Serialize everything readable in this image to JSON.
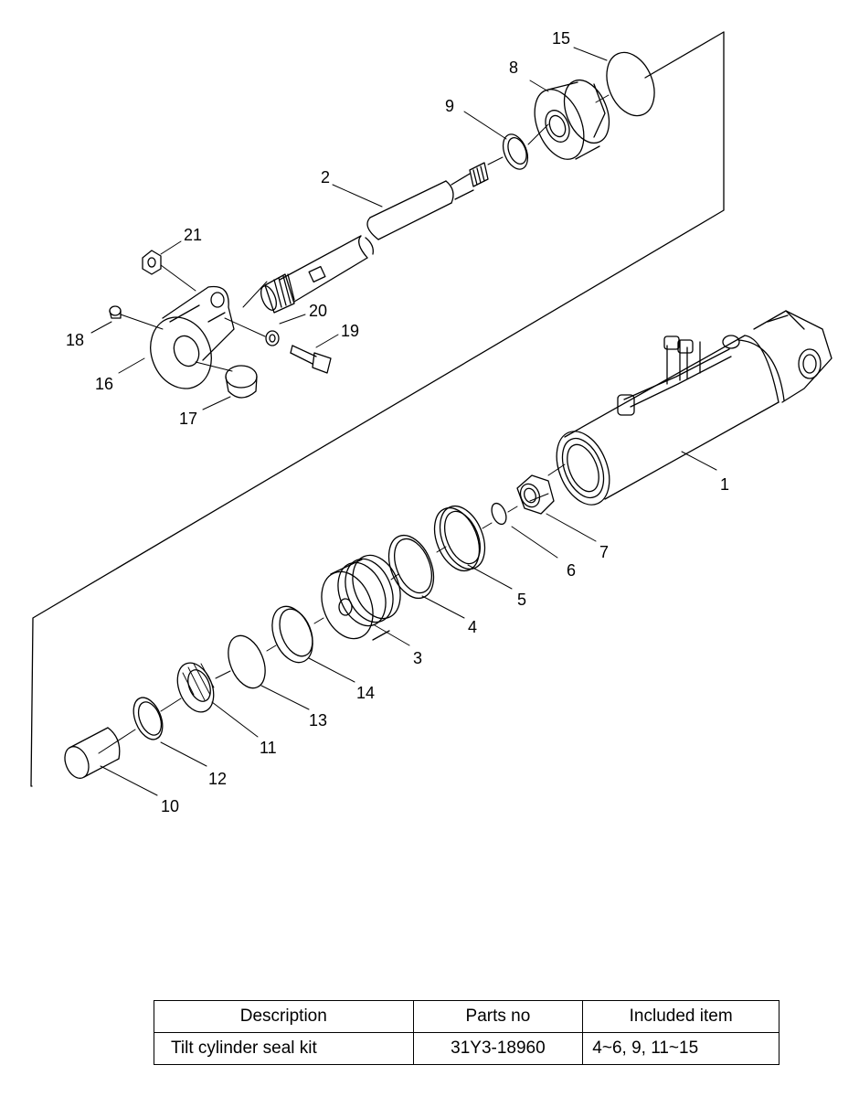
{
  "diagram": {
    "callouts": [
      "1",
      "2",
      "3",
      "4",
      "5",
      "6",
      "7",
      "8",
      "9",
      "10",
      "11",
      "12",
      "13",
      "14",
      "15",
      "16",
      "17",
      "18",
      "19",
      "20",
      "21"
    ]
  },
  "table": {
    "headers": [
      "Description",
      "Parts no",
      "Included item"
    ],
    "rows": [
      [
        "Tilt cylinder seal kit",
        "31Y3-18960",
        "4~6, 9, 11~15"
      ]
    ]
  }
}
